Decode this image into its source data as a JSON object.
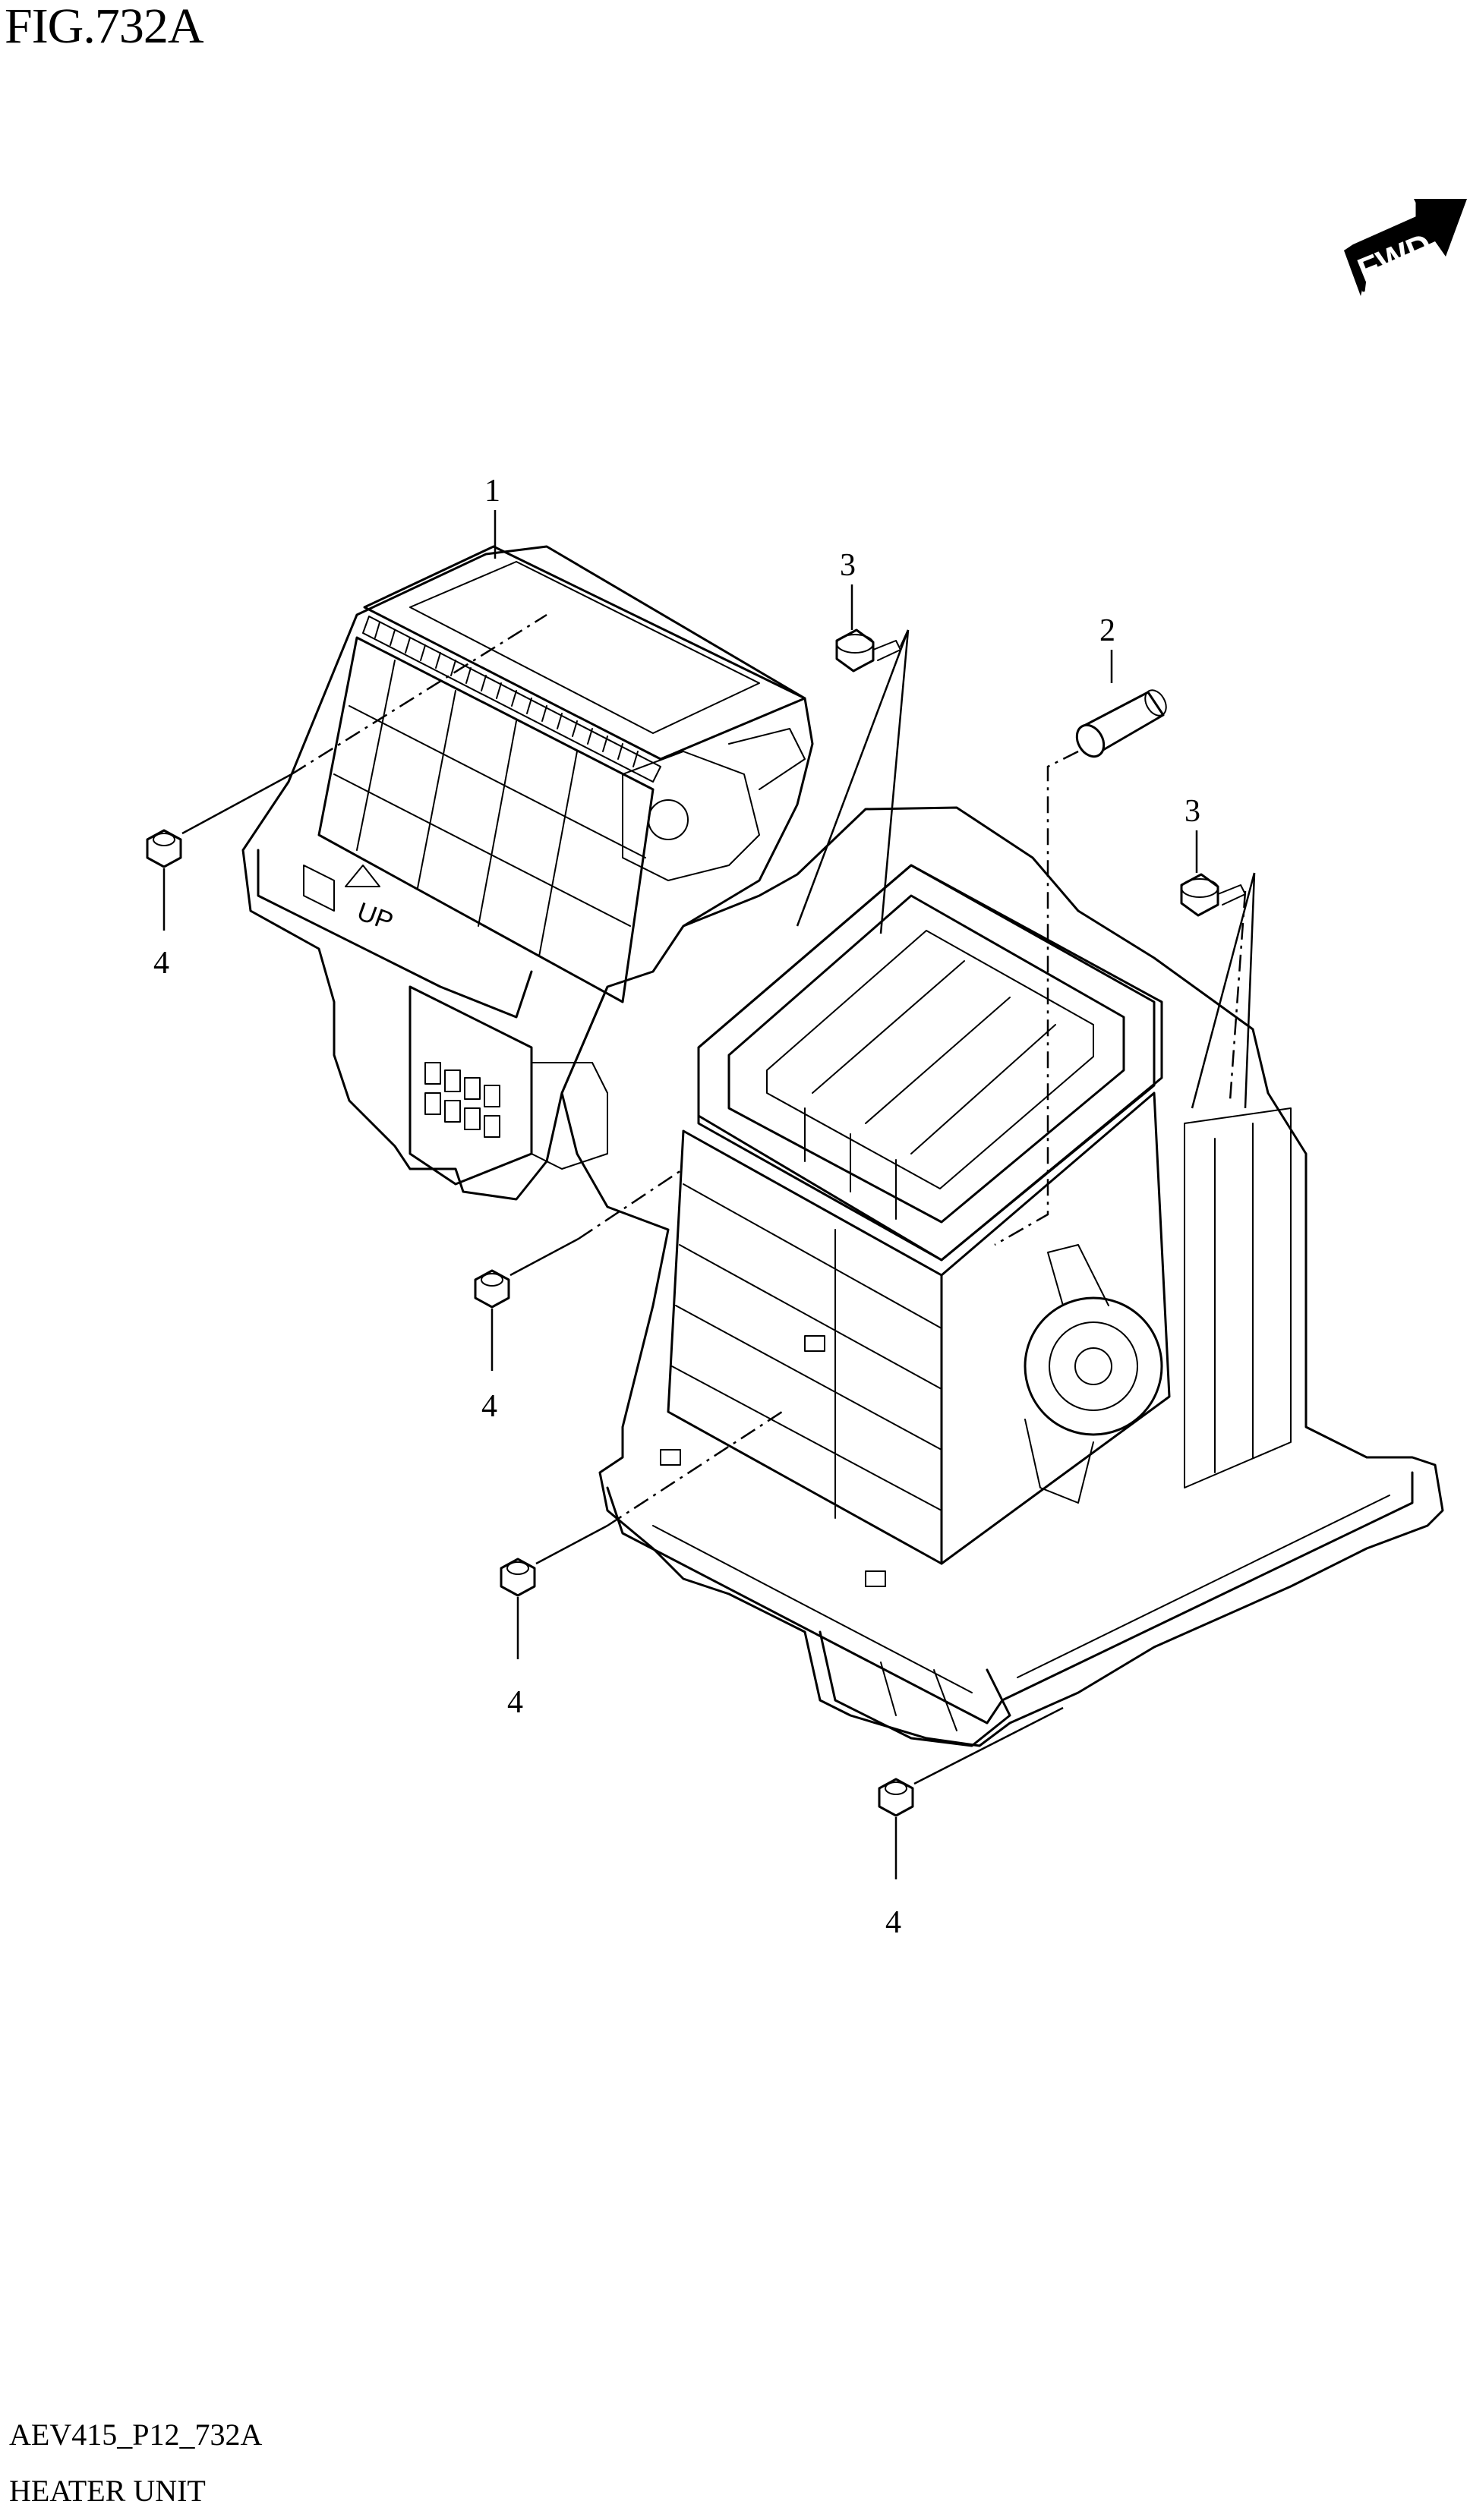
{
  "figure": {
    "title": "FIG.732A",
    "code": "AEV415_P12_732A",
    "unit_name": "HEATER UNIT",
    "fwd_label": "FWD"
  },
  "callouts": [
    {
      "id": "c1",
      "number": "1"
    },
    {
      "id": "c2",
      "number": "2"
    },
    {
      "id": "c3a",
      "number": "3"
    },
    {
      "id": "c3b",
      "number": "3"
    },
    {
      "id": "c4a",
      "number": "4"
    },
    {
      "id": "c4b",
      "number": "4"
    },
    {
      "id": "c4c",
      "number": "4"
    },
    {
      "id": "c4d",
      "number": "4"
    }
  ],
  "parts": {
    "blower_case_label": "UP"
  }
}
